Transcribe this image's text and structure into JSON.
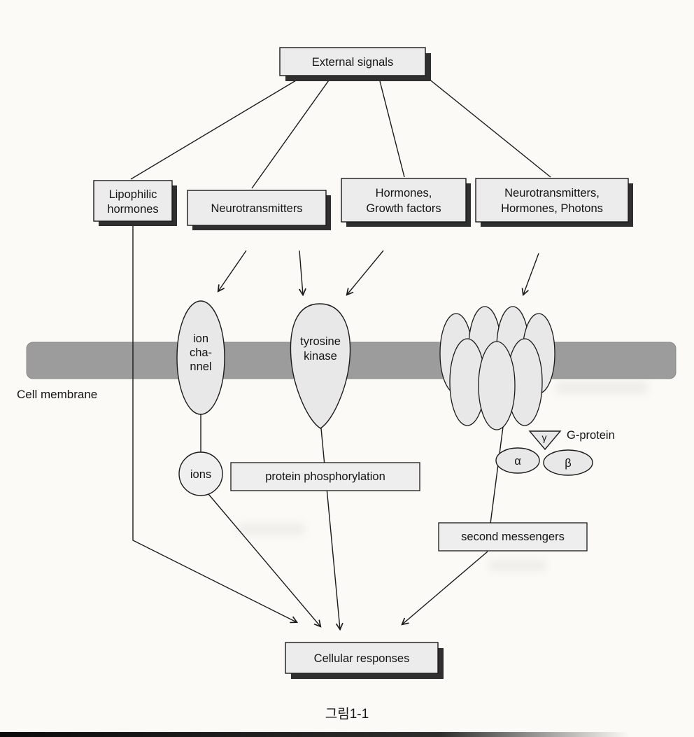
{
  "figure": {
    "caption": "그림1-1"
  },
  "colors": {
    "paper": "#fbfaf6",
    "box_fill": "#ececec",
    "box_border": "#1a1a1a",
    "box_shadow": "#2f2f2f",
    "membrane_fill": "#9c9c9c",
    "organelle_fill": "#e8e8e8",
    "line": "#1a1a1a"
  },
  "nodes": {
    "external_signals": {
      "label": "External signals"
    },
    "lipophilic_hormones": {
      "line1": "Lipophilic",
      "line2": "hormones"
    },
    "neurotransmitters": {
      "label": "Neurotransmitters"
    },
    "hormones_growth_factors": {
      "line1": "Hormones,",
      "line2": "Growth factors"
    },
    "nt_hormones_photons": {
      "line1": "Neurotransmitters,",
      "line2": "Hormones, Photons"
    },
    "cell_membrane": {
      "label": "Cell membrane"
    },
    "ion_channel": {
      "line1": "ion",
      "line2": "cha-",
      "line3": "nnel"
    },
    "ions": {
      "label": "ions"
    },
    "tyrosine_kinase": {
      "line1": "tyrosine",
      "line2": "kinase"
    },
    "protein_phosphorylation": {
      "label": "protein phosphorylation"
    },
    "g_protein": {
      "label": "G-protein",
      "alpha": "α",
      "beta": "β",
      "gamma": "γ"
    },
    "second_messengers": {
      "label": "second messengers"
    },
    "cellular_responses": {
      "label": "Cellular responses"
    }
  }
}
